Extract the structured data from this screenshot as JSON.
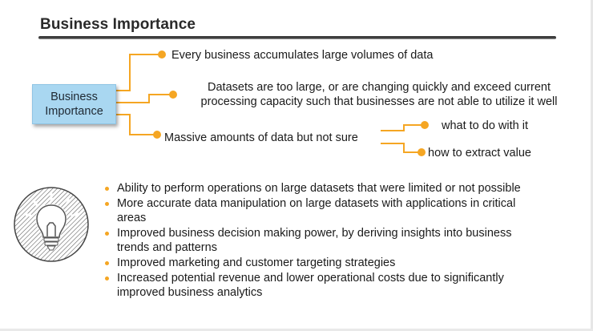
{
  "slide": {
    "title": "Business Importance"
  },
  "diagram": {
    "root": {
      "line1": "Business",
      "line2": "Importance"
    },
    "branches": [
      {
        "text": "Every business accumulates large volumes of data"
      },
      {
        "line1": "Datasets are too large, or are changing quickly and exceed current",
        "line2": "processing capacity such that businesses are not able to utilize it well"
      },
      {
        "text": "Massive amounts of data but not sure",
        "children": [
          {
            "text": "what to do with it"
          },
          {
            "text": "how to extract value"
          }
        ]
      }
    ],
    "connector_color": "#f5a623"
  },
  "bullets": [
    {
      "line1": "Ability to perform operations on large datasets that were limited or not possible"
    },
    {
      "line1": "More accurate data manipulation on large datasets with applications in critical",
      "line2": "areas"
    },
    {
      "line1": "Improved business decision making power, by deriving insights into business",
      "line2": "trends and patterns"
    },
    {
      "line1": "Improved marketing and customer targeting strategies"
    },
    {
      "line1": "Increased potential revenue and lower operational costs due to significantly",
      "line2": "improved business analytics"
    }
  ],
  "icons": {
    "illustration": "lightbulb-icon"
  }
}
